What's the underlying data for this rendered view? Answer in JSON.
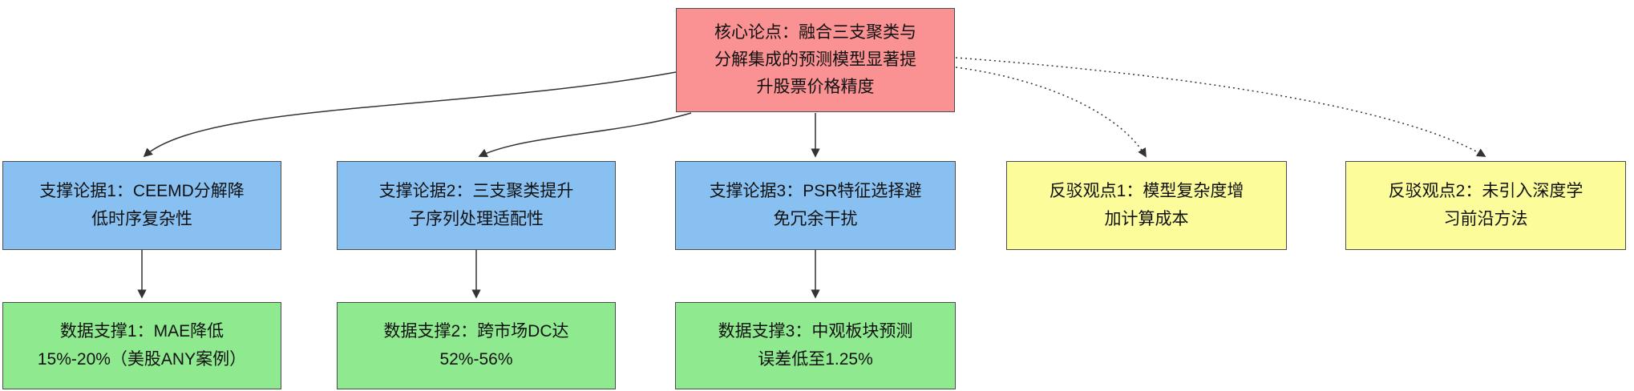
{
  "diagram": {
    "type": "argument-map-flowchart",
    "nodes": {
      "core": {
        "label": "核心论点：融合三支聚类与\n分解集成的预测模型显著提\n升股票价格精度",
        "fill": "#fa9193",
        "role": "core-claim"
      },
      "support1": {
        "label": "支撑论据1：CEEMD分解降\n低时序复杂性",
        "fill": "#87c0f1",
        "role": "supporting-argument"
      },
      "support2": {
        "label": "支撑论据2：三支聚类提升\n子序列处理适配性",
        "fill": "#87c0f1",
        "role": "supporting-argument"
      },
      "support3": {
        "label": "支撑论据3：PSR特征选择避\n免冗余干扰",
        "fill": "#87c0f1",
        "role": "supporting-argument"
      },
      "counter1": {
        "label": "反驳观点1：模型复杂度增\n加计算成本",
        "fill": "#fcfc9b",
        "role": "counter-argument"
      },
      "counter2": {
        "label": "反驳观点2：未引入深度学\n习前沿方法",
        "fill": "#fcfc9b",
        "role": "counter-argument"
      },
      "data1": {
        "label": "数据支撑1：MAE降低\n15%-20%（美股ANY案例）",
        "fill": "#8fea8f",
        "role": "data-evidence"
      },
      "data2": {
        "label": "数据支撑2：跨市场DC达\n52%-56%",
        "fill": "#8fea8f",
        "role": "data-evidence"
      },
      "data3": {
        "label": "数据支撑3：中观板块预测\n误差低至1.25%",
        "fill": "#8fea8f",
        "role": "data-evidence"
      }
    },
    "edges": [
      {
        "from": "core",
        "to": "support1",
        "style": "solid"
      },
      {
        "from": "core",
        "to": "support2",
        "style": "solid"
      },
      {
        "from": "core",
        "to": "support3",
        "style": "solid"
      },
      {
        "from": "core",
        "to": "counter1",
        "style": "dotted"
      },
      {
        "from": "core",
        "to": "counter2",
        "style": "dotted"
      },
      {
        "from": "support1",
        "to": "data1",
        "style": "solid"
      },
      {
        "from": "support2",
        "to": "data2",
        "style": "solid"
      },
      {
        "from": "support3",
        "to": "data3",
        "style": "solid"
      }
    ],
    "colors": {
      "core_fill": "#fa9193",
      "support_fill": "#87c0f1",
      "counter_fill": "#fcfc9b",
      "data_fill": "#8fea8f",
      "node_border": "#4d4d4d",
      "edge_stroke": "#333333",
      "background": "#ffffff"
    }
  }
}
